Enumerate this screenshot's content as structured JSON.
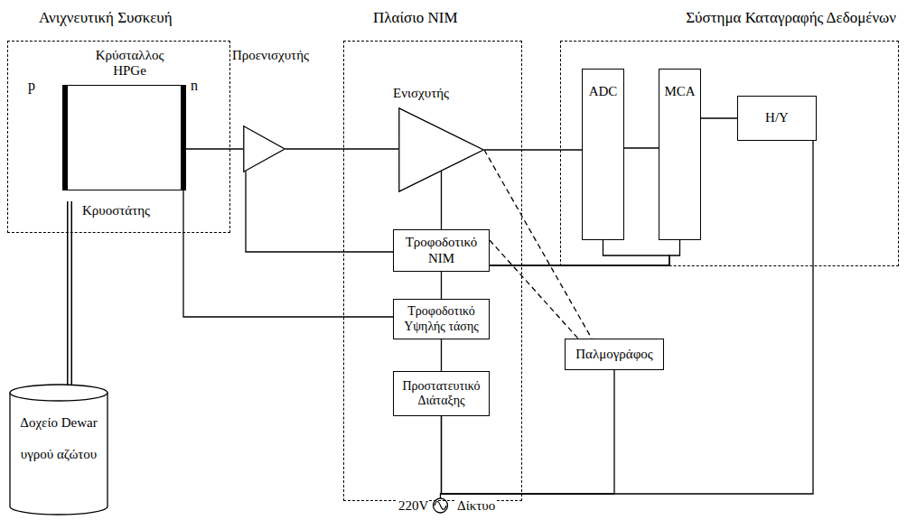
{
  "diagram": {
    "nodes": [
      {
        "text": [
          "Ανιχνευτική Συσκευή"
        ]
      },
      {
        "text": [
          "Κρύσταλλος HPGe"
        ],
        "in": 0
      },
      {
        "text": [
          "Προενισχυτής"
        ],
        "in": 0
      },
      {
        "text": [
          "Πλαίσιο NIM"
        ]
      },
      {
        "text": [
          "Ενισχυτής"
        ],
        "in": 3
      },
      {
        "text": [
          "Τροφοδοτικό NIM"
        ],
        "in": 3
      },
      {
        "text": [
          "Τροφοδοτικό Υψηλής τάσης"
        ],
        "in": 3
      },
      {
        "text": [
          "Προστατευτικό Διάταξης"
        ],
        "in": 3
      },
      {
        "text": [
          "Σύστημα Καταγραφής Δεδομένων"
        ]
      },
      {
        "text": [
          "ADC"
        ],
        "in": 8
      },
      {
        "text": [
          "MCA"
        ],
        "in": 8
      },
      {
        "text": [
          "H/Y"
        ],
        "in": 8
      },
      {
        "text": [
          "Παλμογράφος"
        ]
      },
      {
        "text": [
          "Δοχείο Dewar υγρού αζώτου"
        ]
      }
    ],
    "edges": [
      {
        "from": 1,
        "to": 2,
        "arrow": "none"
      },
      {
        "from": 2,
        "to": 4,
        "arrow": "none"
      },
      {
        "from": 4,
        "to": 9,
        "arrow": "none"
      },
      {
        "from": 9,
        "to": 10,
        "arrow": "none"
      },
      {
        "from": 10,
        "to": 11,
        "arrow": "none"
      },
      {
        "from": 4,
        "to": 5,
        "arrow": "none"
      },
      {
        "from": 5,
        "to": 2,
        "arrow": "none"
      },
      {
        "from": 5,
        "to": 9,
        "arrow": "none"
      },
      {
        "from": 5,
        "to": 10,
        "arrow": "none"
      },
      {
        "from": 5,
        "to": 6,
        "arrow": "none"
      },
      {
        "from": 6,
        "to": 7,
        "arrow": "none"
      },
      {
        "from": 6,
        "to": 1,
        "arrow": "none"
      },
      {
        "from": 4,
        "to": 12,
        "arrow": "none"
      },
      {
        "from": 5,
        "to": 12,
        "arrow": "none"
      },
      {
        "from": 7,
        "to": 12,
        "arrow": "none"
      },
      {
        "from": 7,
        "to": 11,
        "arrow": "none"
      },
      {
        "from": 1,
        "to": 13,
        "arrow": "none"
      }
    ],
    "labels": [
      "p",
      "n",
      "Κρυοστάτης",
      "220V",
      "Δίκτυο"
    ]
  }
}
